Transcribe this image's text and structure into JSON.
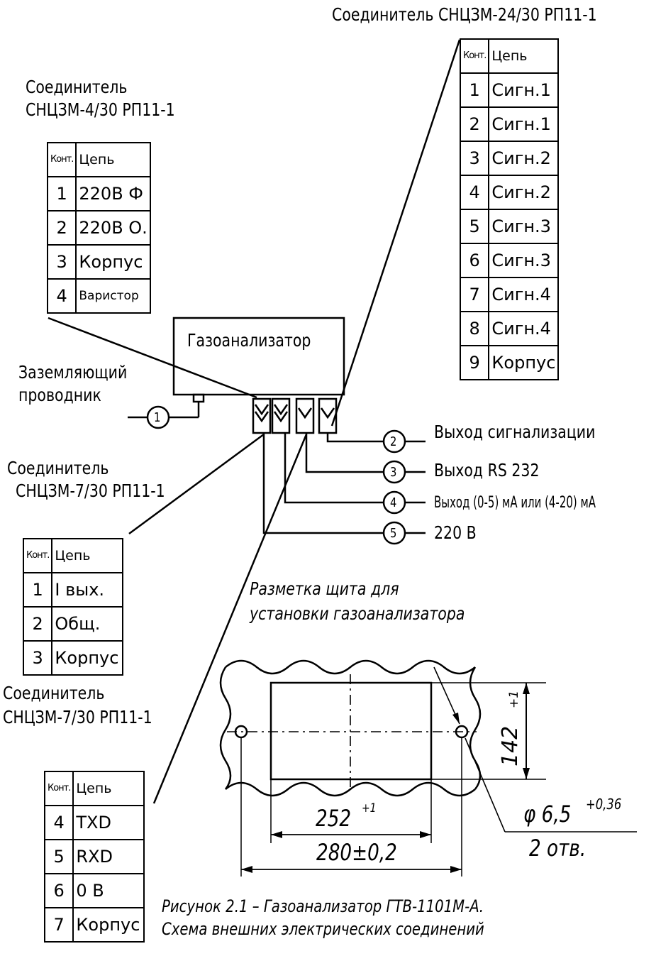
{
  "connectors": {
    "c24": {
      "title": "Соединитель СНЦЗМ-24/30 РП11-1",
      "headers": {
        "contact": "Конт.",
        "circuit": "Цепь"
      },
      "rows": [
        {
          "n": "1",
          "c": "Сигн.1"
        },
        {
          "n": "2",
          "c": "Сигн.1"
        },
        {
          "n": "3",
          "c": "Сигн.2"
        },
        {
          "n": "4",
          "c": "Сигн.2"
        },
        {
          "n": "5",
          "c": "Сигн.3"
        },
        {
          "n": "6",
          "c": "Сигн.3"
        },
        {
          "n": "7",
          "c": "Сигн.4"
        },
        {
          "n": "8",
          "c": "Сигн.4"
        },
        {
          "n": "9",
          "c": "Корпус"
        }
      ]
    },
    "c4": {
      "title_line1": "Соединитель",
      "title_line2": "СНЦЗМ-4/30 РП11-1",
      "headers": {
        "contact": "Конт.",
        "circuit": "Цепь"
      },
      "rows": [
        {
          "n": "1",
          "c": "220В Ф"
        },
        {
          "n": "2",
          "c": "220В О."
        },
        {
          "n": "3",
          "c": "Корпус"
        },
        {
          "n": "4",
          "c": "Варистор"
        }
      ]
    },
    "c7a": {
      "title_line1": "Соединитель",
      "title_line2": "СНЦЗМ-7/30 РП11-1",
      "headers": {
        "contact": "Конт.",
        "circuit": "Цепь"
      },
      "rows": [
        {
          "n": "1",
          "c": "I вых."
        },
        {
          "n": "2",
          "c": "Общ."
        },
        {
          "n": "3",
          "c": "Корпус"
        }
      ]
    },
    "c7b": {
      "title_line1": "Соединитель",
      "title_line2": "СНЦЗМ-7/30 РП11-1",
      "headers": {
        "contact": "Конт.",
        "circuit": "Цепь"
      },
      "rows": [
        {
          "n": "4",
          "c": "TXD"
        },
        {
          "n": "5",
          "c": "RXD"
        },
        {
          "n": "6",
          "c": "0 В"
        },
        {
          "n": "7",
          "c": "Корпус"
        }
      ]
    }
  },
  "device": {
    "label": "Газоанализатор"
  },
  "ground": {
    "line1": "Заземляющий",
    "line2": "проводник",
    "num": "1"
  },
  "outputs": [
    {
      "num": "2",
      "label": "Выход сигнализации"
    },
    {
      "num": "3",
      "label": "Выход RS 232"
    },
    {
      "num": "4",
      "label": "Выход (0-5) мА или (4-20) мА"
    },
    {
      "num": "5",
      "label": "220 В"
    }
  ],
  "panel": {
    "title_line1": "Разметка щита для",
    "title_line2": "установки газоанализатора",
    "dim_height": "142",
    "dim_height_tol": "+1",
    "dim_inner": "252",
    "dim_inner_tol": "+1",
    "dim_outer": "280±0,2",
    "hole_dia": "φ 6,5",
    "hole_tol": "+0,36",
    "hole_count": "2 отв."
  },
  "caption": {
    "line1": "Рисунок 2.1 – Газоанализатор ГТВ-1101М-А.",
    "line2": "Схема внешних электрических соединений"
  }
}
